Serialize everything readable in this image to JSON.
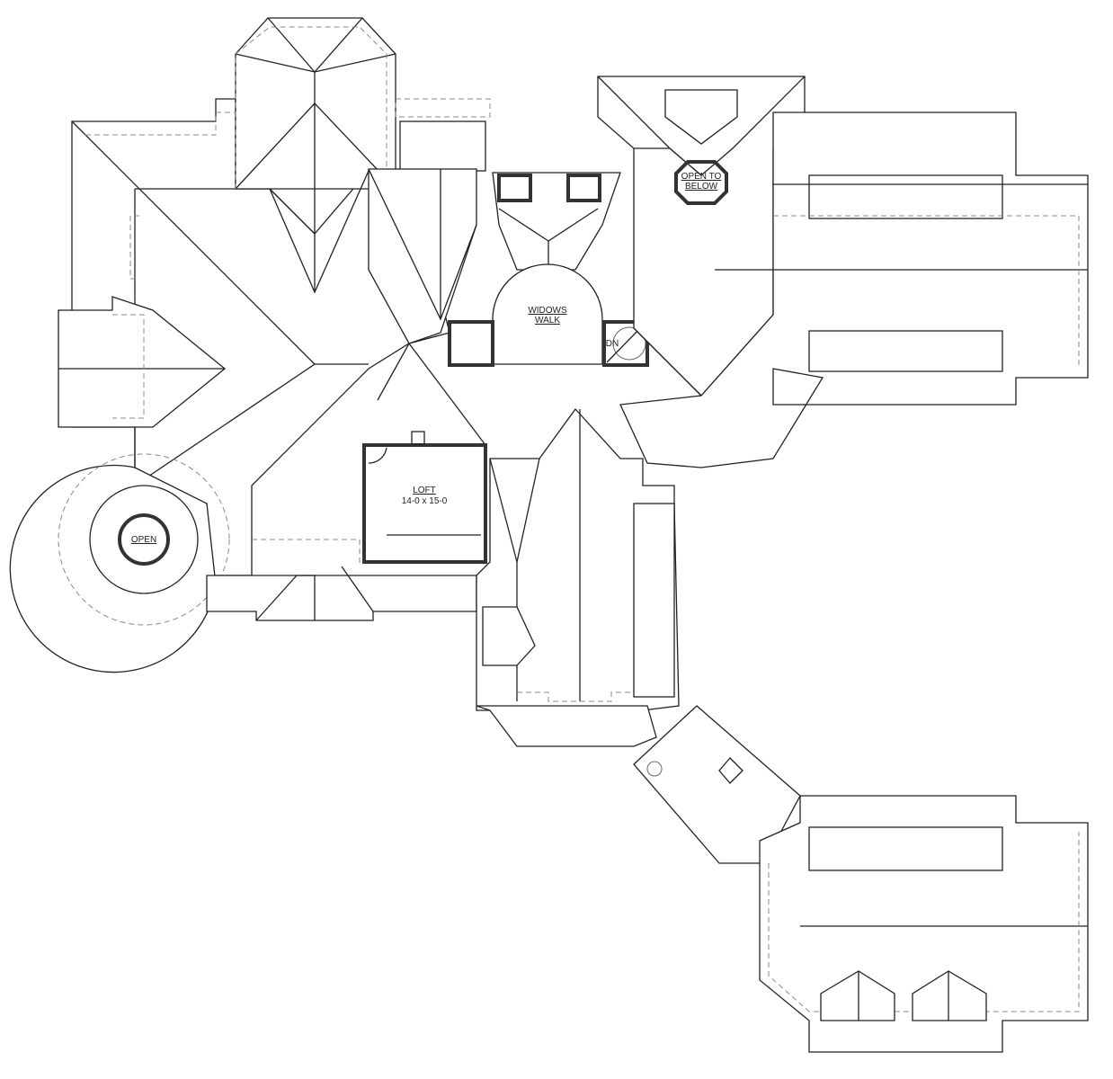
{
  "drawing": {
    "labels": {
      "open_to_below_line1": "OPEN TO",
      "open_to_below_line2": "BELOW",
      "widows_walk_line1": "WIDOWS",
      "widows_walk_line2": "WALK",
      "stair_dn": "DN",
      "loft_title": "LOFT",
      "loft_size": "14-0 x 15-0",
      "turret_open": "OPEN"
    }
  }
}
